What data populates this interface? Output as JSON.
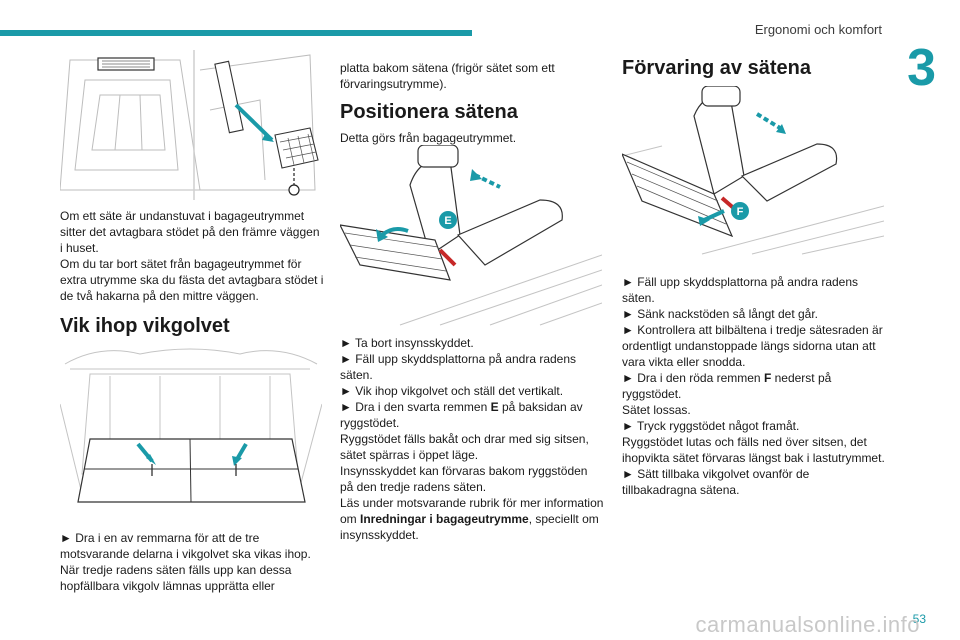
{
  "header": {
    "title": "Ergonomi och komfort",
    "chapter": "3",
    "accent": "#1a9aa8"
  },
  "col1": {
    "p1": "Om ett säte är undanstuvat i bagageutrymmet sitter det avtagbara stödet på den främre väggen i huset.",
    "p2": "Om du tar bort sätet från bagageutrymmet för extra utrymme ska du fästa det avtagbara stödet i de två hakarna på den mittre väggen.",
    "heading": "Vik ihop vikgolvet",
    "p3": "► Dra i en av remmarna för att de tre motsvarande delarna i vikgolvet ska vikas ihop.",
    "p4": "När tredje radens säten fälls upp kan dessa hopfällbara vikgolv lämnas upprätta eller"
  },
  "col2": {
    "p1": "platta bakom sätena (frigör sätet som ett förvaringsutrymme).",
    "heading": "Positionera sätena",
    "intro": "Detta görs från bagageutrymmet.",
    "label_e": "E",
    "s1": "► Ta bort insynsskyddet.",
    "s2": "► Fäll upp skyddsplattorna på andra radens säten.",
    "s3": "► Vik ihop vikgolvet och ställ det vertikalt.",
    "s4a": "► Dra i den svarta remmen ",
    "s4b": "E",
    "s4c": " på baksidan av ryggstödet.",
    "s5": "Ryggstödet fälls bakåt och drar med sig sitsen, sätet spärras i öppet läge.",
    "s6": "Insynsskyddet kan förvaras bakom ryggstöden på den tredje radens säten.",
    "s7a": "Läs under motsvarande rubrik för mer information om ",
    "s7b": "Inredningar i bagageutrymme",
    "s7c": ", speciellt om insynsskyddet."
  },
  "col3": {
    "heading": "Förvaring av sätena",
    "label_f": "F",
    "s1": "► Fäll upp skyddsplattorna på andra radens säten.",
    "s2": "► Sänk nackstöden så långt det går.",
    "s3": "► Kontrollera att bilbältena i tredje sätesraden är ordentligt undanstoppade längs sidorna utan att vara vikta eller snodda.",
    "s4a": "► Dra i den röda remmen ",
    "s4b": "F",
    "s4c": " nederst på ryggstödet.",
    "s5": "Sätet lossas.",
    "s6": "► Tryck ryggstödet något framåt.",
    "s7": "Ryggstödet lutas och fälls ned över sitsen, det ihopvikta sätet förvaras längst bak i lastutrymmet.",
    "s8": "► Sätt tillbaka vikgolvet ovanför de tillbakadragna sätena."
  },
  "footer": {
    "page": "53",
    "watermark": "carmanualsonline.info"
  }
}
